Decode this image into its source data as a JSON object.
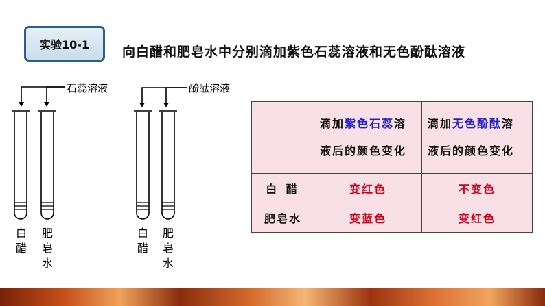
{
  "experiment_label": "实验10-1",
  "heading": "向白醋和肥皂水中分别滴加紫色石蕊溶液和无色酚酞溶液",
  "figure": {
    "left_reagent": "石蕊溶液",
    "right_reagent": "酚酞溶液",
    "tube_labels": [
      "白\n醋",
      "肥\n皂\n水",
      "白\n醋",
      "肥\n皂\n水"
    ]
  },
  "table": {
    "col1": {
      "prefix": "滴加",
      "highlight": "紫色石蕊",
      "suffix": "溶液后的颜色变化"
    },
    "col2": {
      "prefix": "滴加",
      "highlight": "无色酚酞",
      "suffix": "溶液后的颜色变化"
    },
    "rows": [
      {
        "label": "白 醋",
        "litmus": "变红色",
        "phenol": "不变色"
      },
      {
        "label": "肥皂水",
        "litmus": "变蓝色",
        "phenol": "变红色"
      }
    ]
  },
  "colors": {
    "highlight": "#2222cc",
    "result": "#d0021b",
    "table_bg": "#f9dfe6"
  }
}
